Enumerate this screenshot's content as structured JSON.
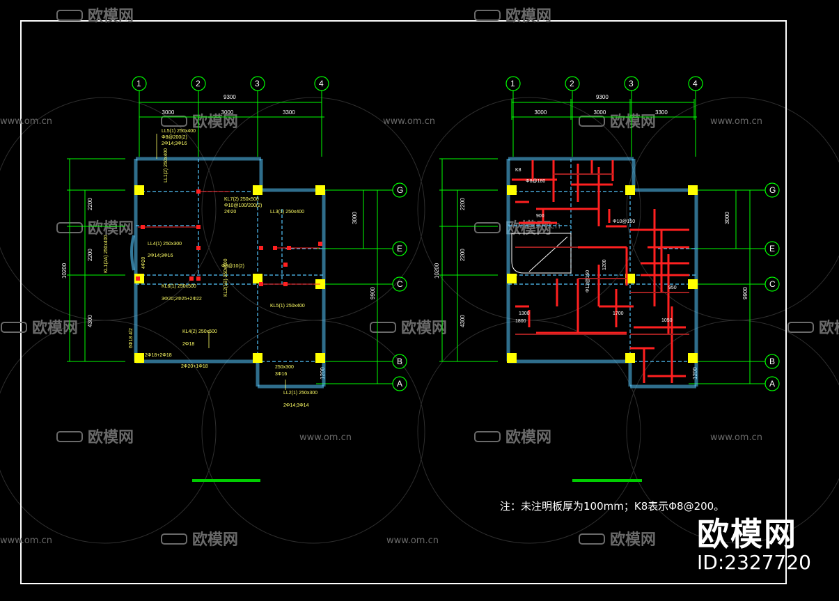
{
  "watermark": {
    "brand": "欧模网",
    "site": "www.om.cn"
  },
  "left_plan": {
    "axes_top": [
      "1",
      "2",
      "3",
      "4"
    ],
    "axes_right": [
      "G",
      "E",
      "C",
      "B",
      "A"
    ],
    "dims_total": "9300",
    "dims_top": [
      "3000",
      "3000",
      "3300"
    ],
    "dims_left_total": "10200",
    "dims_left": [
      "2200",
      "2200",
      "4300",
      "1200"
    ],
    "dims_right": [
      "3000",
      "9900"
    ],
    "labels": [
      "LL5(1) 250x400",
      "Φ8@200(2)",
      "2Φ14;3Φ16",
      "LL1(2) 250x400",
      "KL7(2) 250x500",
      "Φ10@100/200(2)",
      "2Φ20",
      "LL3(1) 250x400",
      "LL4(1) 250x300",
      "2Φ14;3Φ16",
      "KL6(1) 250x500",
      "3Φ20;2Φ25+2Φ22",
      "KL2(1B) 250x400",
      "KL5(1) 250x400",
      "KL4(2) 250x500",
      "2Φ18",
      "KL1(2A) 250x400",
      "LL2(1) 250x300",
      "2Φ14;3Φ14",
      "250x300",
      "3Φ16",
      "2Φ20+1Φ18",
      "2Φ18+2Φ18",
      "4Φ20",
      "6Φ18 4/2",
      "Φ8@10(2)"
    ]
  },
  "right_plan": {
    "axes_top": [
      "1",
      "2",
      "3",
      "4"
    ],
    "axes_right": [
      "G",
      "E",
      "C",
      "B",
      "A"
    ],
    "dims_total": "9300",
    "dims_top": [
      "3000",
      "3000",
      "3300"
    ],
    "dims_left_total": "10200",
    "dims_left": [
      "2200",
      "2200",
      "4300",
      "1200"
    ],
    "dims_right": [
      "3000",
      "9900"
    ],
    "labels": [
      "K8",
      "Φ8@180",
      "Φ10@150",
      "1800",
      "1200",
      "1300",
      "1700",
      "1050",
      "950",
      "900",
      "Φ12@150"
    ]
  },
  "note": "注：未注明板厚为100mm；K8表示Φ8@200。",
  "brand_logo": {
    "name": "欧模网",
    "id": "ID:2327720"
  },
  "colors": {
    "background": "#000000",
    "frame": "#ffffff",
    "axis": "#00ff00",
    "dim": "#00ff00",
    "beam": "#55c8ff",
    "column": "#ffff00",
    "rebar": "#ff2020",
    "text_label": "#ffff66",
    "watermark": "#6a6a6a"
  }
}
